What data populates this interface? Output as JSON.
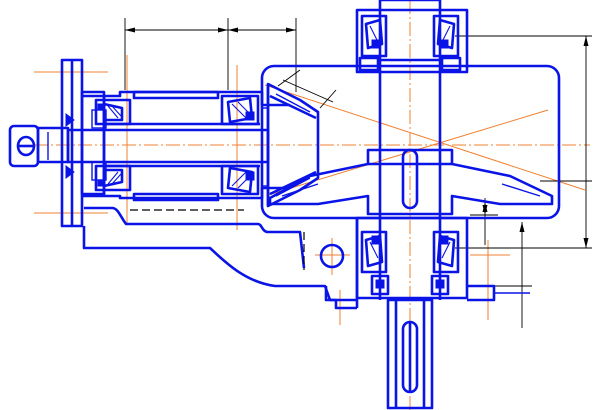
{
  "drawing": {
    "kind": "bevel-gear reducer assembly drawing",
    "colors": {
      "outline": "#0a14e6",
      "center_lines": "#f08030",
      "dimension_lines": "#000000",
      "background": "#ffffff"
    },
    "parts": [
      "input-shaft-coupling",
      "input-shaft-bearing-housing",
      "tapered-roller-bearings",
      "bevel-pinion",
      "bevel-gear",
      "gearbox-housing",
      "output-shaft",
      "output-shaft-bearings",
      "output-shaft-keyway",
      "mounting-base-bracket",
      "lifting-eye"
    ],
    "text_labels": []
  }
}
